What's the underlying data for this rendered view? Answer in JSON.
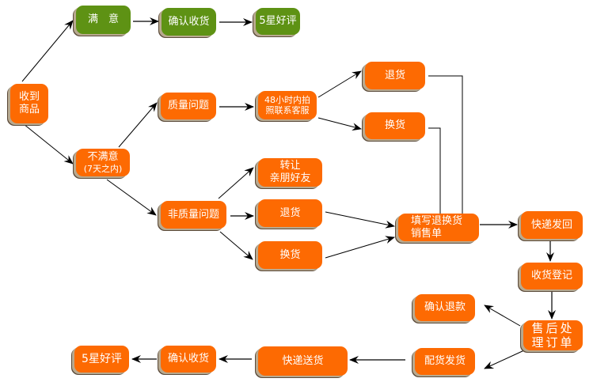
{
  "diagram": {
    "title": "",
    "colors": {
      "positive": "#5e9214",
      "process": "#fd6a02",
      "connector": "#000000"
    },
    "nodes": {
      "received": {
        "lines": [
          "收到",
          "商品"
        ]
      },
      "satisfied": {
        "lines": [
          "满　意"
        ]
      },
      "confirm_top": {
        "lines": [
          "确认收货"
        ]
      },
      "five_star_top": {
        "lines": [
          "5星好评"
        ]
      },
      "unsatisfied": {
        "lines": [
          "不满意",
          "(7天之内)"
        ]
      },
      "quality": {
        "lines": [
          "质量问题"
        ]
      },
      "photo_contact": {
        "lines": [
          "48小时内拍",
          "照联系客服"
        ]
      },
      "return_q": {
        "lines": [
          "退货"
        ]
      },
      "exchange_q": {
        "lines": [
          "换货"
        ]
      },
      "transfer": {
        "lines": [
          "转让",
          "亲朋好友"
        ]
      },
      "non_quality": {
        "lines": [
          "非质量问题"
        ]
      },
      "return_nq": {
        "lines": [
          "退货"
        ]
      },
      "exchange_nq": {
        "lines": [
          "换货"
        ]
      },
      "fill_form": {
        "lines": [
          "填写退换货",
          "销售单"
        ]
      },
      "ship_back": {
        "lines": [
          "快递发回"
        ]
      },
      "register": {
        "lines": [
          "收货登记"
        ]
      },
      "refund": {
        "lines": [
          "确认退款"
        ]
      },
      "process_order": {
        "lines": [
          "售后处",
          "理订单"
        ]
      },
      "dispatch": {
        "lines": [
          "配货发货"
        ]
      },
      "courier": {
        "lines": [
          "快递送货"
        ]
      },
      "confirm_bottom": {
        "lines": [
          "确认收货"
        ]
      },
      "five_star_bottom": {
        "lines": [
          "5星好评"
        ]
      }
    },
    "edges": [
      {
        "from": "received",
        "to": "satisfied"
      },
      {
        "from": "satisfied",
        "to": "confirm_top"
      },
      {
        "from": "confirm_top",
        "to": "five_star_top"
      },
      {
        "from": "received",
        "to": "unsatisfied"
      },
      {
        "from": "unsatisfied",
        "to": "quality"
      },
      {
        "from": "quality",
        "to": "photo_contact"
      },
      {
        "from": "photo_contact",
        "to": "return_q"
      },
      {
        "from": "photo_contact",
        "to": "exchange_q"
      },
      {
        "from": "unsatisfied",
        "to": "non_quality"
      },
      {
        "from": "non_quality",
        "to": "transfer"
      },
      {
        "from": "non_quality",
        "to": "return_nq"
      },
      {
        "from": "non_quality",
        "to": "exchange_nq"
      },
      {
        "from": "return_q",
        "to": "fill_form"
      },
      {
        "from": "exchange_q",
        "to": "fill_form"
      },
      {
        "from": "return_nq",
        "to": "fill_form"
      },
      {
        "from": "exchange_nq",
        "to": "fill_form"
      },
      {
        "from": "fill_form",
        "to": "ship_back"
      },
      {
        "from": "ship_back",
        "to": "register"
      },
      {
        "from": "register",
        "to": "process_order"
      },
      {
        "from": "process_order",
        "to": "refund"
      },
      {
        "from": "process_order",
        "to": "dispatch"
      },
      {
        "from": "dispatch",
        "to": "courier"
      },
      {
        "from": "courier",
        "to": "confirm_bottom"
      },
      {
        "from": "confirm_bottom",
        "to": "five_star_bottom"
      }
    ]
  }
}
